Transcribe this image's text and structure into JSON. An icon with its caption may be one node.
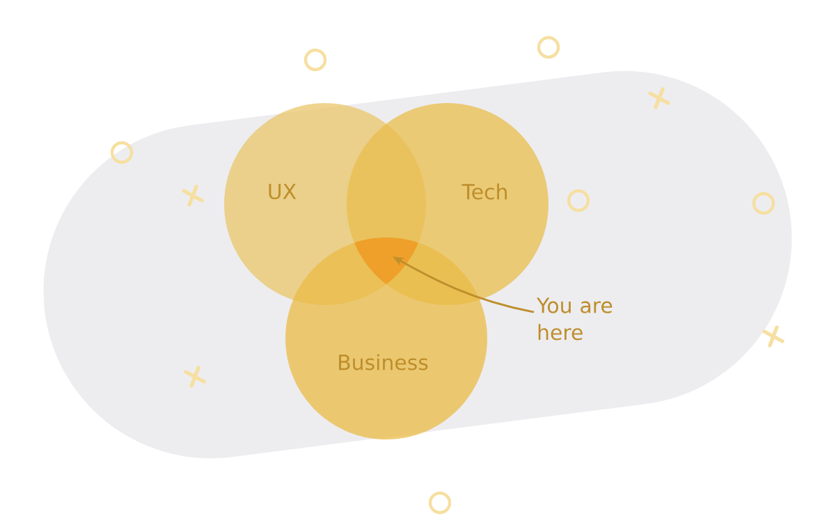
{
  "diagram": {
    "nodes": [
      {
        "text": [
          "UX"
        ]
      },
      {
        "text": [
          "Tech"
        ]
      },
      {
        "text": [
          "Business"
        ]
      },
      {
        "text": [
          "You are here"
        ]
      },
      {
        "text": [],
        "shape": "region"
      }
    ],
    "edges": [
      {
        "from": 3,
        "to": 4,
        "arrow": "to"
      }
    ]
  }
}
